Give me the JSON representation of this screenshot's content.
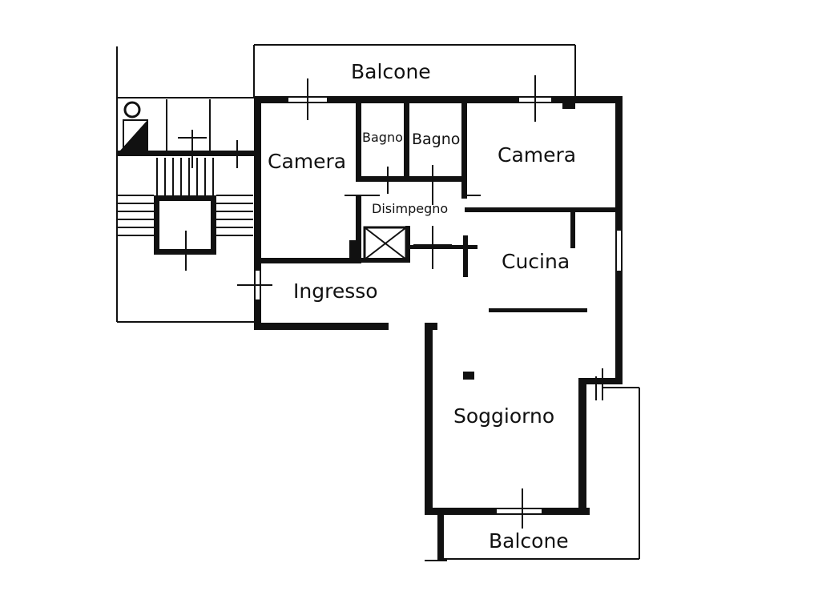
{
  "rooms": {
    "balcone_top": "Balcone",
    "camera_left": "Camera",
    "bagno_1": "Bagno",
    "bagno_2": "Bagno",
    "camera_right": "Camera",
    "disimpegno": "Disimpegno",
    "cucina": "Cucina",
    "ingresso": "Ingresso",
    "soggiorno": "Soggiorno",
    "balcone_bottom": "Balcone"
  }
}
